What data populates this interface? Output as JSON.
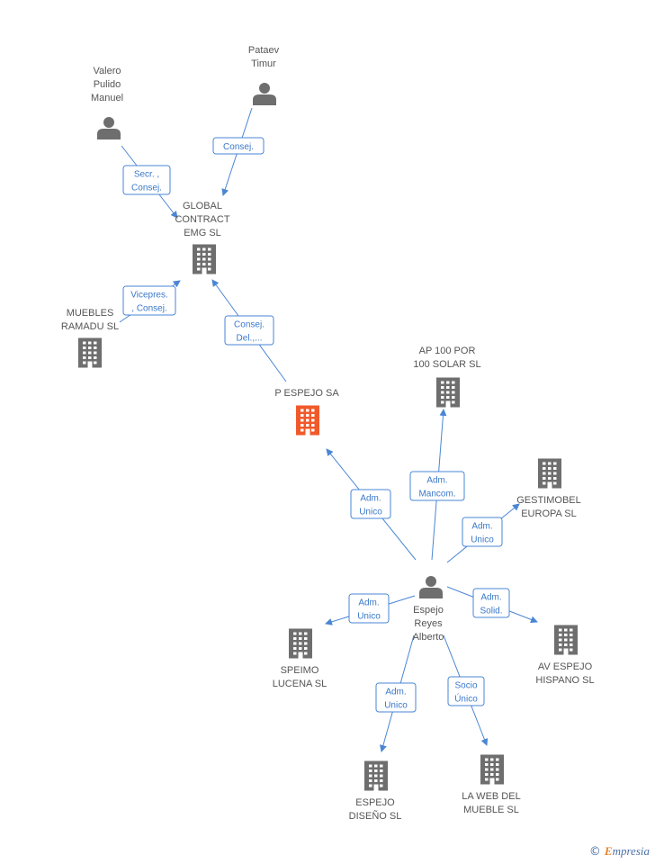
{
  "colors": {
    "edge": "#4a86d4",
    "icon": "#6e6e6e",
    "focus": "#f0592a"
  },
  "nodes": [
    {
      "id": "valero",
      "type": "person",
      "lines": [
        "Valero",
        "Pulido",
        "Manuel"
      ]
    },
    {
      "id": "pataev",
      "type": "person",
      "lines": [
        "Pataev",
        "Timur"
      ]
    },
    {
      "id": "global",
      "type": "company",
      "lines": [
        "GLOBAL",
        "CONTRACT",
        "EMG SL"
      ]
    },
    {
      "id": "ramadu",
      "type": "company",
      "lines": [
        "MUEBLES",
        "RAMADU  SL"
      ]
    },
    {
      "id": "pespejo",
      "type": "company",
      "focus": true,
      "lines": [
        "P ESPEJO SA"
      ]
    },
    {
      "id": "ap100",
      "type": "company",
      "lines": [
        "AP 100 POR",
        "100 SOLAR SL"
      ]
    },
    {
      "id": "gestimobel",
      "type": "company",
      "lines": [
        "GESTIMOBEL",
        "EUROPA SL"
      ]
    },
    {
      "id": "espejo",
      "type": "person",
      "lines": [
        "Espejo",
        "Reyes",
        "Alberto"
      ]
    },
    {
      "id": "speimo",
      "type": "company",
      "lines": [
        "SPEIMO",
        "LUCENA SL"
      ]
    },
    {
      "id": "avespejo",
      "type": "company",
      "lines": [
        "AV ESPEJO",
        "HISPANO SL"
      ]
    },
    {
      "id": "disenio",
      "type": "company",
      "lines": [
        "ESPEJO",
        "DISEÑO SL"
      ]
    },
    {
      "id": "laweb",
      "type": "company",
      "lines": [
        "LA WEB DEL",
        "MUEBLE SL"
      ]
    }
  ],
  "edges": [
    {
      "from": "valero",
      "to": "global",
      "label": [
        "Secr. ,",
        "Consej."
      ]
    },
    {
      "from": "pataev",
      "to": "global",
      "label": [
        "Consej."
      ]
    },
    {
      "from": "ramadu",
      "to": "global",
      "label": [
        "Vicepres.",
        ", Consej."
      ]
    },
    {
      "from": "pespejo",
      "to": "global",
      "label": [
        "Consej.",
        "Del.,..."
      ]
    },
    {
      "from": "espejo",
      "to": "pespejo",
      "label": [
        "Adm.",
        "Unico"
      ]
    },
    {
      "from": "espejo",
      "to": "ap100",
      "label": [
        "Adm.",
        "Mancom."
      ]
    },
    {
      "from": "espejo",
      "to": "gestimobel",
      "label": [
        "Adm.",
        "Unico"
      ]
    },
    {
      "from": "espejo",
      "to": "speimo",
      "label": [
        "Adm.",
        "Unico"
      ]
    },
    {
      "from": "espejo",
      "to": "avespejo",
      "label": [
        "Adm.",
        "Solid."
      ]
    },
    {
      "from": "espejo",
      "to": "disenio",
      "label": [
        "Adm.",
        "Unico"
      ]
    },
    {
      "from": "espejo",
      "to": "laweb",
      "label": [
        "Socio",
        "Único"
      ]
    }
  ],
  "brand": {
    "copyright": "©",
    "initial": "E",
    "rest": "mpresia"
  }
}
